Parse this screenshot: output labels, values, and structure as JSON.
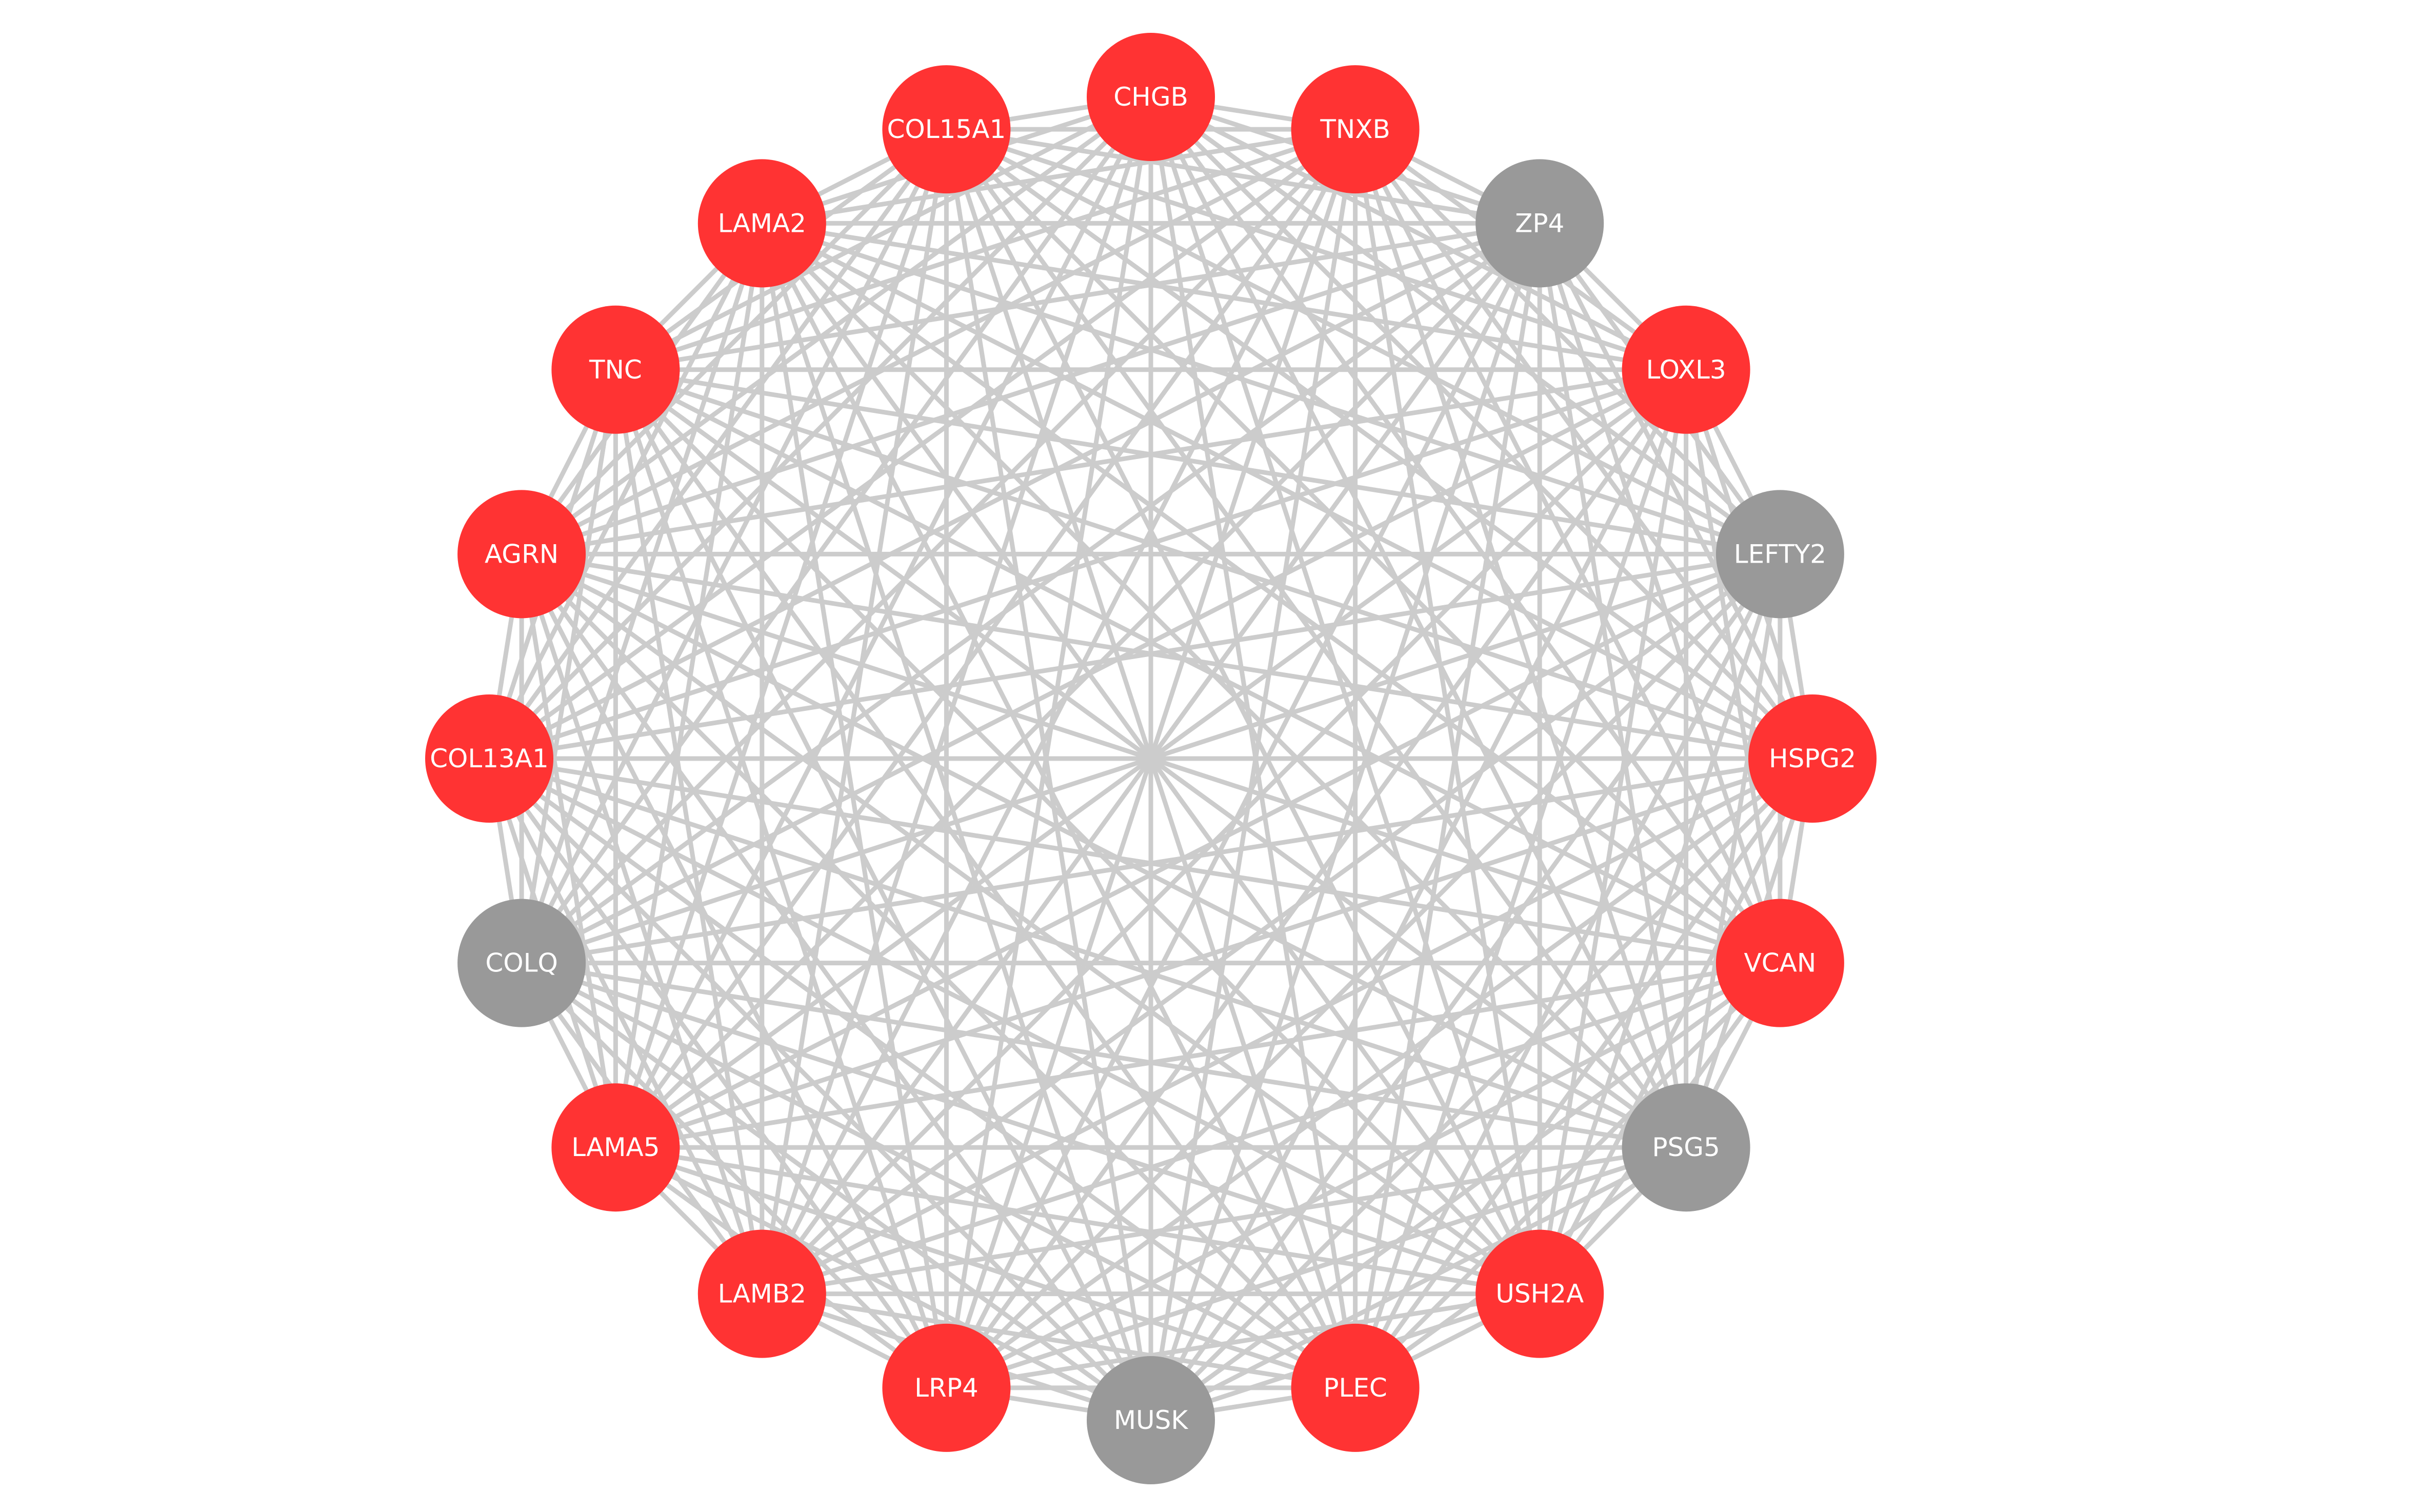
{
  "colors": {
    "highlighted": "#ff3333",
    "other": "#999999",
    "edge": "#cccccc",
    "label": "#ffffff"
  },
  "network": {
    "layout": "circular",
    "edges": "complete graph (every node connected to every other node)",
    "nodes": [
      {
        "label": "CHGB",
        "group": "highlighted"
      },
      {
        "label": "TNXB",
        "group": "highlighted"
      },
      {
        "label": "ZP4",
        "group": "other"
      },
      {
        "label": "LOXL3",
        "group": "highlighted"
      },
      {
        "label": "LEFTY2",
        "group": "other"
      },
      {
        "label": "HSPG2",
        "group": "highlighted"
      },
      {
        "label": "VCAN",
        "group": "highlighted"
      },
      {
        "label": "PSG5",
        "group": "other"
      },
      {
        "label": "USH2A",
        "group": "highlighted"
      },
      {
        "label": "PLEC",
        "group": "highlighted"
      },
      {
        "label": "MUSK",
        "group": "other"
      },
      {
        "label": "LRP4",
        "group": "highlighted"
      },
      {
        "label": "LAMB2",
        "group": "highlighted"
      },
      {
        "label": "LAMA5",
        "group": "highlighted"
      },
      {
        "label": "COLQ",
        "group": "other"
      },
      {
        "label": "COL13A1",
        "group": "highlighted"
      },
      {
        "label": "AGRN",
        "group": "highlighted"
      },
      {
        "label": "TNC",
        "group": "highlighted"
      },
      {
        "label": "LAMA2",
        "group": "highlighted"
      },
      {
        "label": "COL15A1",
        "group": "highlighted"
      }
    ]
  }
}
